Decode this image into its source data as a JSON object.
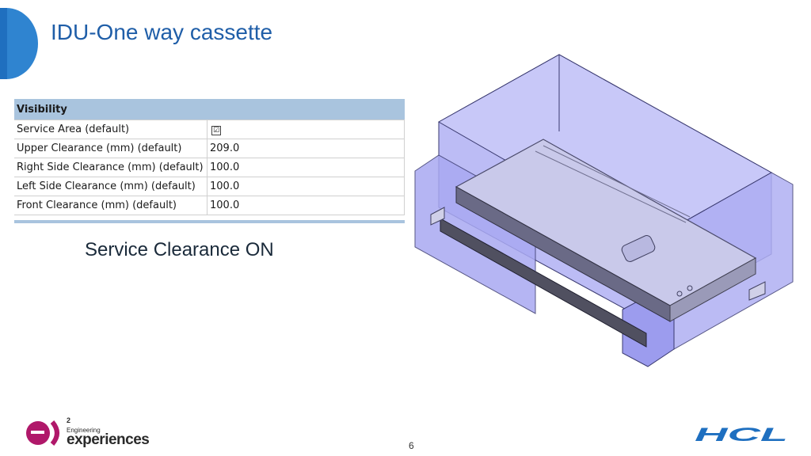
{
  "slide": {
    "title": "IDU-One way cassette",
    "caption": "Service Clearance ON",
    "page_number": "6"
  },
  "properties_table": {
    "header": "Visibility",
    "rows": [
      {
        "label": "Service Area (default)",
        "value": "☑"
      },
      {
        "label": "Upper Clearance (mm) (default)",
        "value": "209.0"
      },
      {
        "label": "Right Side Clearance (mm) (default)",
        "value": "100.0"
      },
      {
        "label": "Left Side Clearance (mm) (default)",
        "value": "100.0"
      },
      {
        "label": "Front Clearance (mm) (default)",
        "value": "100.0"
      }
    ]
  },
  "logos": {
    "left": {
      "superscript": "2",
      "line1": "Engineering",
      "line2": "experiences",
      "mark": "e)"
    },
    "right": "HCL"
  },
  "colors": {
    "accent": "#2f84d0",
    "title": "#1f5ea8",
    "table_header": "#a9c4de",
    "clearance_box": "#6f6ff0"
  }
}
